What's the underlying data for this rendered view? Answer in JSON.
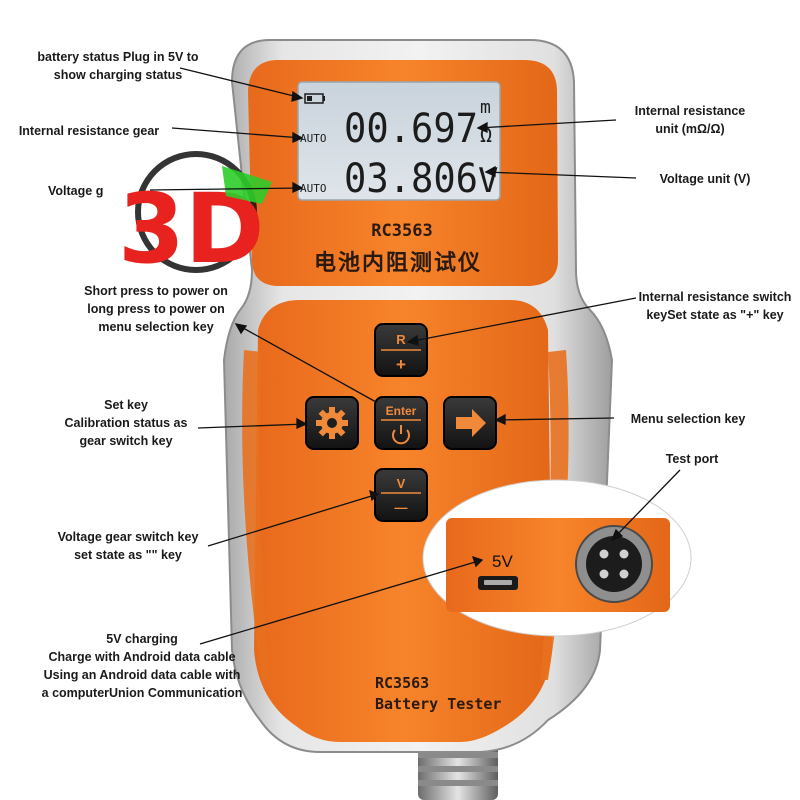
{
  "device": {
    "model_front": "RC3563",
    "chinese_name": "电池内阻测试仪",
    "model_bottom": "RC3563",
    "product_name": "Battery Tester"
  },
  "lcd": {
    "resistance_mode": "AUTO",
    "resistance_value": "00.697",
    "resistance_unit_top": "m",
    "resistance_unit_bottom": "Ω",
    "voltage_mode": "AUTO",
    "voltage_value": "03.806",
    "voltage_unit": "V"
  },
  "keys": {
    "r_top": "R",
    "r_bottom": "+",
    "enter_top": "Enter",
    "v_top": "V",
    "v_bottom": "—"
  },
  "inset": {
    "port_label": "5V"
  },
  "watermark_text": "3D",
  "annotations": {
    "battery_status": [
      "battery status Plug in 5V to",
      "show charging status"
    ],
    "resistance_gear": [
      "Internal resistance gear"
    ],
    "voltage_gear": [
      "Voltage g"
    ],
    "resistance_unit": [
      "Internal resistance",
      "unit (mΩ/Ω)"
    ],
    "voltage_unit": [
      "Voltage unit (V)"
    ],
    "power_key": [
      "Short press to power on",
      "long press to power on",
      "menu selection key"
    ],
    "resistance_switch": [
      "Internal resistance switch",
      "keySet state as \"+\" key"
    ],
    "set_key": [
      "Set key",
      "Calibration status as",
      "gear switch key"
    ],
    "menu_key": [
      "Menu selection key"
    ],
    "test_port": [
      "Test port"
    ],
    "voltage_switch": [
      "Voltage gear switch key",
      "set state as \"\" key"
    ],
    "charging": [
      "5V charging",
      "Charge with Android data cable",
      "Using an Android data cable with",
      "a computerUnion Communication"
    ]
  },
  "colors": {
    "orange": "#f47a1e",
    "orange_dark": "#d9621a",
    "casing_grey": "#c9c9c9",
    "lcd_bg": "#cfd8e0",
    "key_black": "#1e1e1e",
    "watermark_red": "#e8231f",
    "watermark_green": "#2ecc2a"
  }
}
